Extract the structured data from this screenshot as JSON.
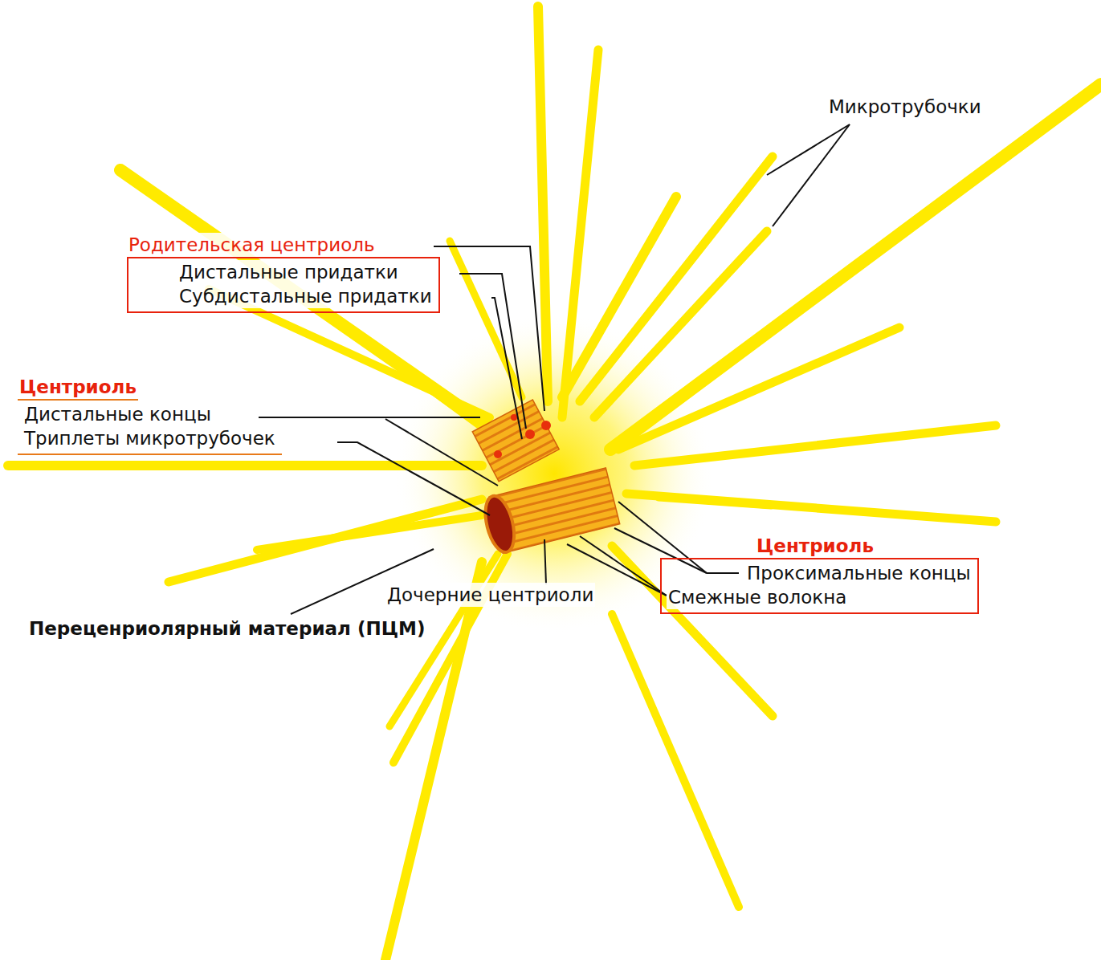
{
  "diagram": {
    "nodes": [
      {
        "text": [
          "Родительская центриоль",
          "Дистальные придатки",
          "Субдистальные придатки"
        ]
      },
      {
        "text": [
          "Центриоль",
          "Дистальные концы",
          "Триплеты микротрубочек"
        ]
      },
      {
        "text": [
          "Центриоль",
          "Проксимальные концы",
          "Смежные волокна"
        ]
      }
    ],
    "labels": [
      "Микротрубочки",
      "Дочерние центриоли",
      "Переценриолярный материал (ПЦМ)"
    ]
  }
}
